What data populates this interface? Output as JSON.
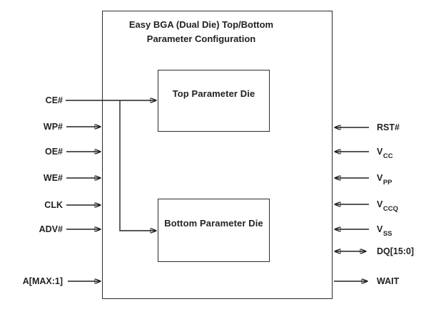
{
  "diagram": {
    "title_line1": "Easy BGA (Dual Die) Top/Bottom",
    "title_line2": "Parameter Configuration",
    "boxes": {
      "top_die_label": "Top Parameter Die",
      "bottom_die_label": "Bottom Parameter Die"
    },
    "signals": {
      "left": [
        {
          "label": "CE#",
          "direction": "input"
        },
        {
          "label": "WP#",
          "direction": "input"
        },
        {
          "label": "OE#",
          "direction": "input"
        },
        {
          "label": "WE#",
          "direction": "input"
        },
        {
          "label": "CLK",
          "direction": "input"
        },
        {
          "label": "ADV#",
          "direction": "input"
        },
        {
          "label": "A[MAX:1]",
          "direction": "input"
        }
      ],
      "right": [
        {
          "base": "RST#",
          "sub": "",
          "direction": "input"
        },
        {
          "base": "V",
          "sub": "CC",
          "direction": "input"
        },
        {
          "base": "V",
          "sub": "PP",
          "direction": "input"
        },
        {
          "base": "V",
          "sub": "CCQ",
          "direction": "input"
        },
        {
          "base": "V",
          "sub": "SS",
          "direction": "input"
        },
        {
          "base": "DQ[15:0]",
          "sub": "",
          "direction": "bidirectional"
        },
        {
          "base": "WAIT",
          "sub": "",
          "direction": "output"
        }
      ]
    },
    "colors": {
      "line": "#231f20",
      "background": "#ffffff"
    }
  }
}
